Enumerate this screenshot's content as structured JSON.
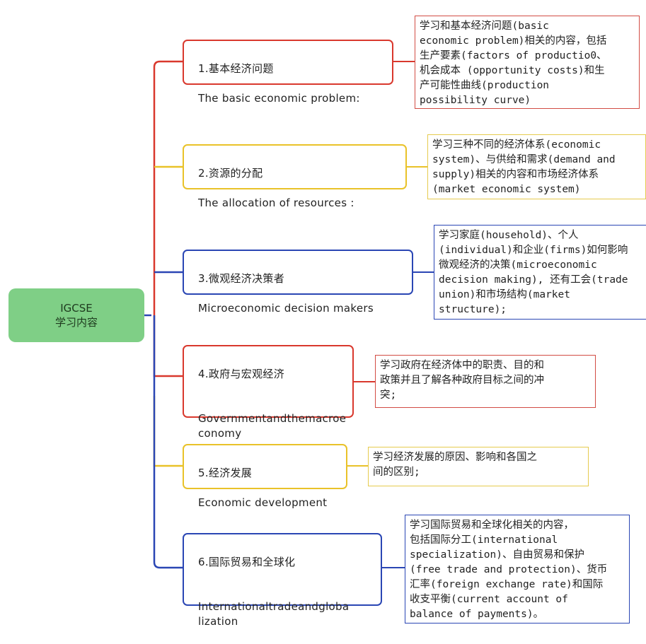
{
  "root": {
    "line1": "IGCSE",
    "line2": "学习内容"
  },
  "colors": {
    "red": "#d9382d",
    "yellow": "#e9c229",
    "blue": "#2a46b4",
    "root": "#7fcf86"
  },
  "topics": [
    {
      "title": "1.基本经济问题",
      "subtitle": "The basic economic problem:",
      "color": "red",
      "note": "学习和基本经济问题(basic\neconomic problem)相关的内容，包括\n生产要素(factors of productio0、\n机会成本 (opportunity costs)和生\n产可能性曲线(production\npossibility curve)"
    },
    {
      "title": "2.资源的分配",
      "subtitle": "The allocation of resources :",
      "color": "yellow",
      "note": "学习三种不同的经济体系(economic\nsystem)、与供给和需求(demand and\nsupply)相关的内容和市场经济体系\n(market economic system)"
    },
    {
      "title": "3.微观经济决策者",
      "subtitle": " Microeconomic decision makers",
      "color": "blue",
      "note": "学习家庭(household)、个人\n(individual)和企业(firms)如何影响\n微观经济的决策(microeconomic\ndecision making), 还有工会(trade\nunion)和市场结构(market\nstructure);"
    },
    {
      "title": "4.政府与宏观经济",
      "subtitle": "\nGovernmentandthemacroe\nconomy",
      "color": "red",
      "note": "学习政府在经济体中的职责、目的和\n政策并且了解各种政府目标之间的冲\n突;"
    },
    {
      "title": "5.经济发展",
      "subtitle": " Economic development",
      "color": "yellow",
      "note": "学习经济发展的原因、影响和各国之\n间的区别;"
    },
    {
      "title": "6.国际贸易和全球化",
      "subtitle": "\nInternationaltradeandgloba\nlization",
      "color": "blue",
      "note": "学习国际贸易和全球化相关的内容，\n包括国际分工(international\nspecialization)、自由贸易和保护\n(free trade and protection)、货币\n汇率(foreign exchange rate)和国际\n收支平衡(current account of\nbalance of payments)。"
    }
  ]
}
